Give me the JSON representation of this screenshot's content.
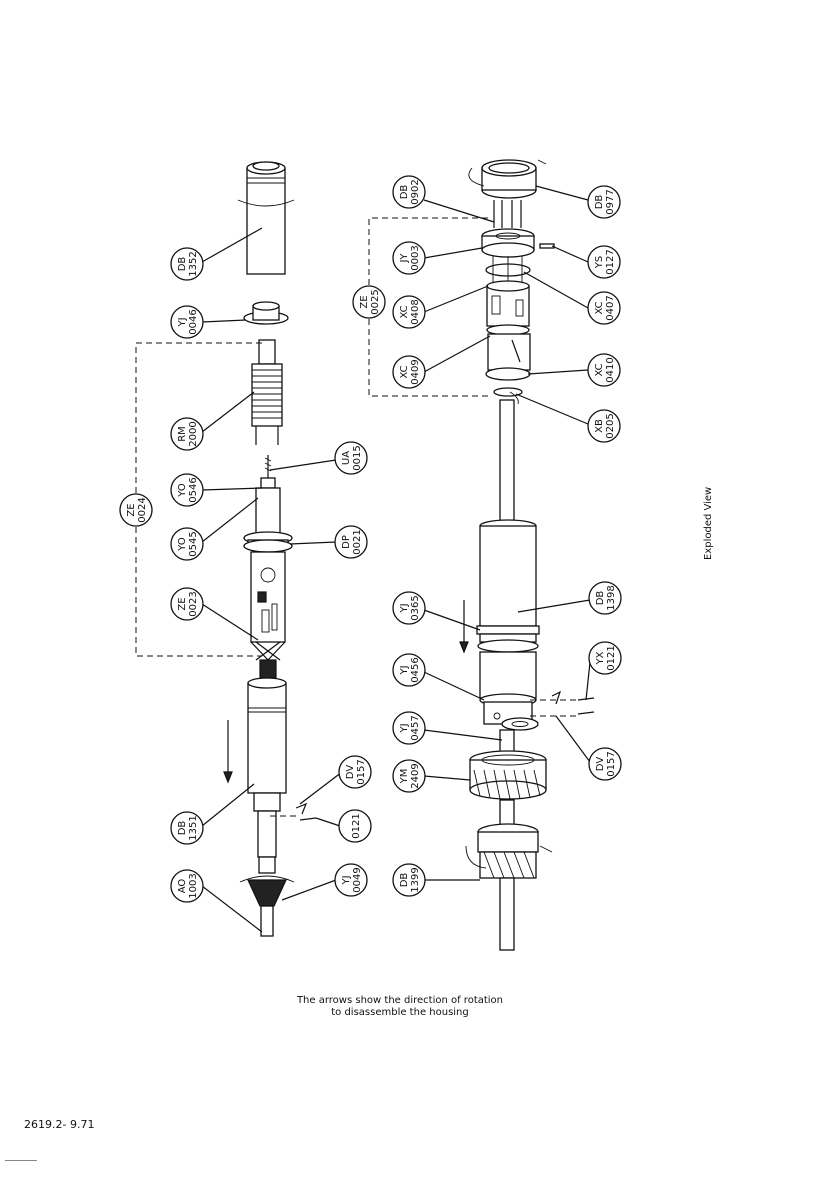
{
  "caption": {
    "line1": "The arrows show the direction of rotation",
    "line2": "to disassemble the housing"
  },
  "side_label": "Exploded View",
  "doc_number": "2619.2- 9.71",
  "callouts": [
    {
      "id": "DB-1352",
      "top": "DB",
      "bottom": "1352"
    },
    {
      "id": "YJ-0046",
      "top": "YJ",
      "bottom": "0046"
    },
    {
      "id": "RM-2000",
      "top": "RM",
      "bottom": "2000"
    },
    {
      "id": "UA-0015",
      "top": "UA",
      "bottom": "0015"
    },
    {
      "id": "YO-0546",
      "top": "YO",
      "bottom": "0546"
    },
    {
      "id": "ZE-0024",
      "top": "ZE",
      "bottom": "0024"
    },
    {
      "id": "YO-0545",
      "top": "YO",
      "bottom": "0545"
    },
    {
      "id": "DP-0021",
      "top": "DP",
      "bottom": "0021"
    },
    {
      "id": "ZE-0023",
      "top": "ZE",
      "bottom": "0023"
    },
    {
      "id": "DV-0157-L",
      "top": "DV",
      "bottom": "0157"
    },
    {
      "id": "DB-1351",
      "top": "DB",
      "bottom": "1351"
    },
    {
      "id": "0121-L",
      "top": "",
      "bottom": "0121"
    },
    {
      "id": "AO-1003",
      "top": "AO",
      "bottom": "1003"
    },
    {
      "id": "YJ-0049",
      "top": "YJ",
      "bottom": "0049"
    },
    {
      "id": "DB-0902",
      "top": "DB",
      "bottom": "0902"
    },
    {
      "id": "DB-0977",
      "top": "DB",
      "bottom": "0977"
    },
    {
      "id": "JY-0003",
      "top": "JY",
      "bottom": "0003"
    },
    {
      "id": "YS-0127",
      "top": "YS",
      "bottom": "0127"
    },
    {
      "id": "ZE-0025",
      "top": "ZE",
      "bottom": "0025"
    },
    {
      "id": "XC-0408",
      "top": "XC",
      "bottom": "0408"
    },
    {
      "id": "XC-0407",
      "top": "XC",
      "bottom": "0407"
    },
    {
      "id": "XC-0409",
      "top": "XC",
      "bottom": "0409"
    },
    {
      "id": "XC-0410",
      "top": "XC",
      "bottom": "0410"
    },
    {
      "id": "XB-0205",
      "top": "XB",
      "bottom": "0205"
    },
    {
      "id": "YJ-0365",
      "top": "YJ",
      "bottom": "0365"
    },
    {
      "id": "DB-1398",
      "top": "DB",
      "bottom": "1398"
    },
    {
      "id": "YJ-0456",
      "top": "YJ",
      "bottom": "0456"
    },
    {
      "id": "YX-0121",
      "top": "YX",
      "bottom": "0121"
    },
    {
      "id": "YJ-0457",
      "top": "YJ",
      "bottom": "0457"
    },
    {
      "id": "DV-0157-R",
      "top": "DV",
      "bottom": "0157"
    },
    {
      "id": "YM-2409",
      "top": "YM",
      "bottom": "2409"
    },
    {
      "id": "DB-1399",
      "top": "DB",
      "bottom": "1399"
    }
  ]
}
